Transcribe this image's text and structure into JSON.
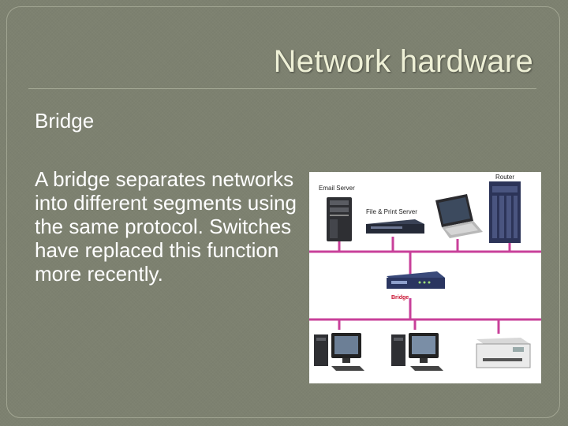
{
  "slide": {
    "title": "Network hardware",
    "subtitle": "Bridge",
    "body": "A bridge separates networks into different segments using the same protocol. Switches have replaced this function more recently."
  },
  "diagram": {
    "labels": {
      "email_server": "Email Server",
      "file_print_server": "File & Print Server",
      "router": "Router",
      "bridge": "Bridge"
    },
    "colors": {
      "network_line": "#c8409a",
      "bridge_label": "#c8102e",
      "background": "#7d8170",
      "title_text": "#eef0d6"
    }
  }
}
